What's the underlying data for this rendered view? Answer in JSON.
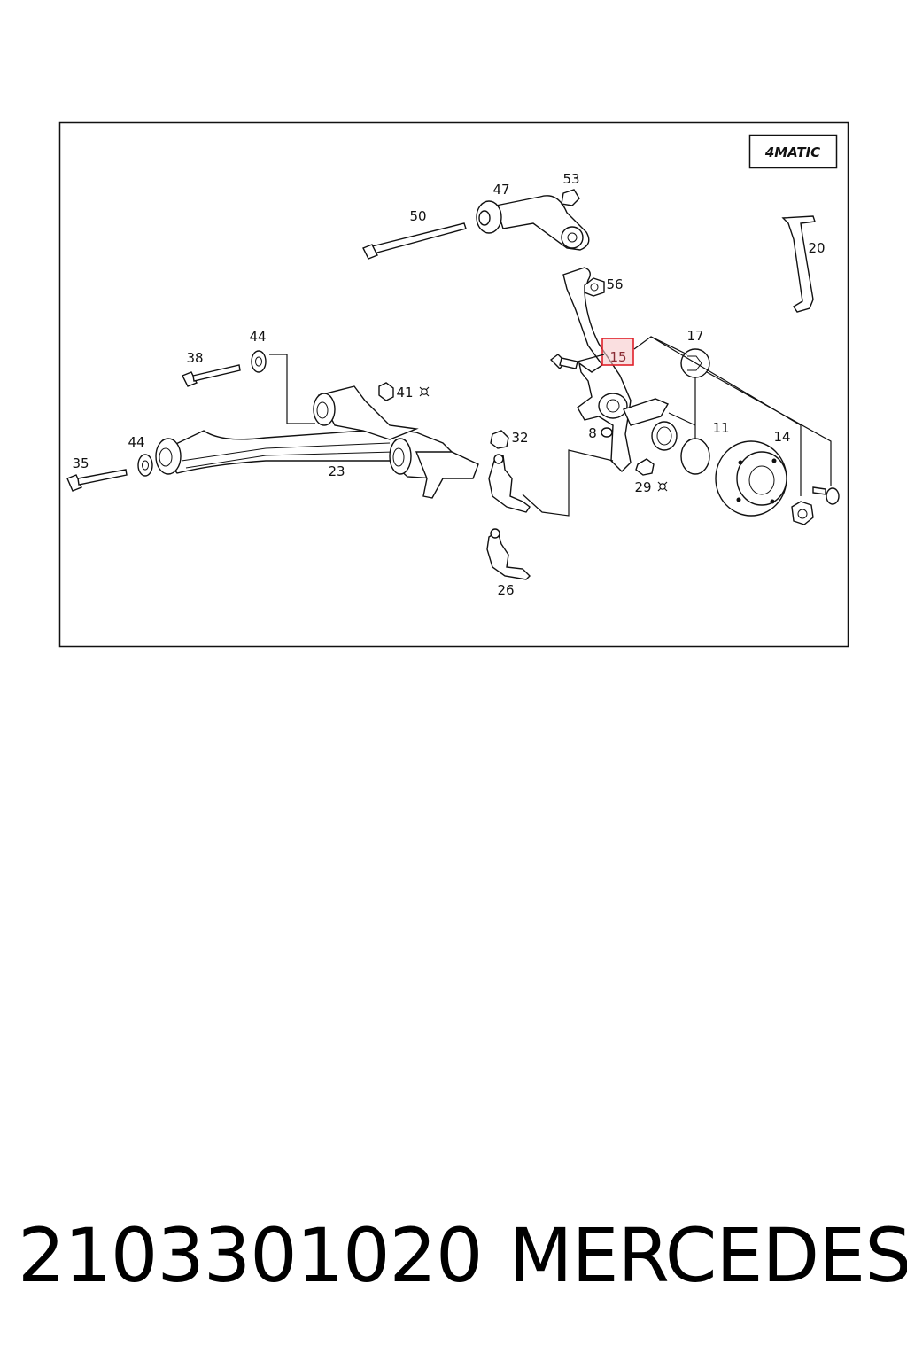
{
  "diagram": {
    "badge": "4MATIC",
    "callouts": [
      "53",
      "47",
      "50",
      "56",
      "20",
      "44",
      "38",
      "41",
      "17",
      "15",
      "11",
      "14",
      "8",
      "32",
      "44",
      "35",
      "23",
      "29",
      "26"
    ]
  },
  "footer": {
    "part_number": "2103301020",
    "brand": "MERCEDES"
  },
  "colors": {
    "highlight": "#e0202a",
    "highlight_fill": "#f7c9cc",
    "line": "#111111"
  }
}
